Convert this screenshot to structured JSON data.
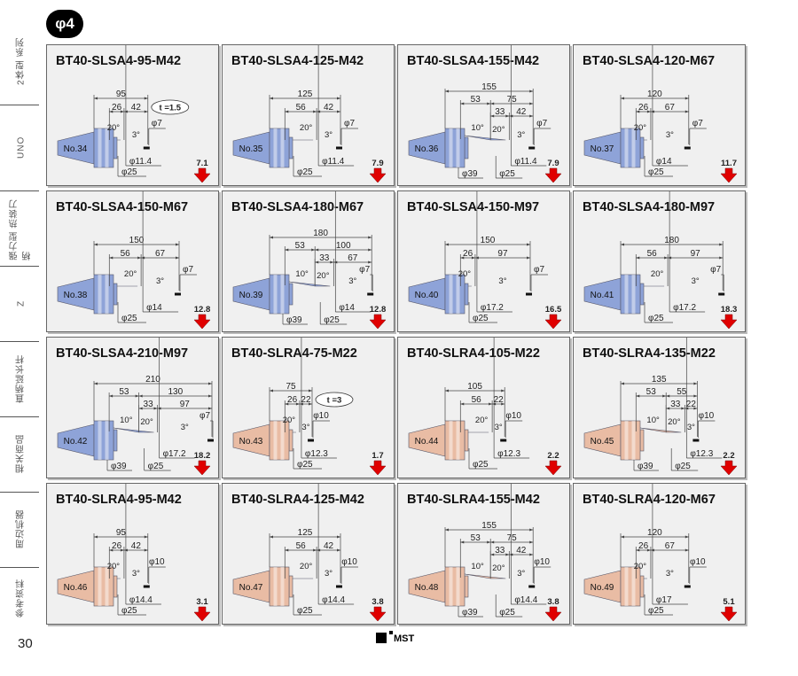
{
  "header": {
    "badge": "φ4"
  },
  "sidebar": {
    "items": [
      {
        "label": "2体型 系列"
      },
      {
        "label": "UNO"
      },
      {
        "label": "强力型 热装刀柄"
      },
      {
        "label": "Z"
      },
      {
        "label": "直柄延长杆"
      },
      {
        "label": "相关商品"
      },
      {
        "label": "周边机器"
      },
      {
        "label": "参考资料"
      }
    ]
  },
  "footer": {
    "page_number": "30",
    "logo": "MST"
  },
  "colors": {
    "blue": "#8ea3d8",
    "orange": "#e9bca4",
    "arrow": "#e00000"
  },
  "cards": [
    {
      "title": "BT40-SLSA4-95-M42",
      "no": "No.34",
      "material": "blue",
      "type": "simple",
      "total": "95",
      "segs": [
        "26",
        "42"
      ],
      "angles": [
        "20°",
        "3°"
      ],
      "tip_d": "φ7",
      "mid_d": "φ11.4",
      "neck_d": "φ25",
      "t": "t =1.5",
      "weight": "7.1"
    },
    {
      "title": "BT40-SLSA4-125-M42",
      "no": "No.35",
      "material": "blue",
      "type": "simple",
      "total": "125",
      "segs": [
        "56",
        "42"
      ],
      "angles": [
        "20°",
        "3°"
      ],
      "tip_d": "φ7",
      "mid_d": "φ11.4",
      "neck_d": "φ25",
      "weight": "7.9"
    },
    {
      "title": "BT40-SLSA4-155-M42",
      "no": "No.36",
      "material": "blue",
      "type": "stepped",
      "total": "155",
      "segs": [
        "53",
        "75",
        "33",
        "42"
      ],
      "angles": [
        "10°",
        "20°",
        "3°"
      ],
      "tip_d": "φ7",
      "mid_d": "φ11.4",
      "body_d": "φ39",
      "neck_d": "φ25",
      "weight": "7.9"
    },
    {
      "title": "BT40-SLSA4-120-M67",
      "no": "No.37",
      "material": "blue",
      "type": "simple",
      "total": "120",
      "segs": [
        "26",
        "67"
      ],
      "angles": [
        "20°",
        "3°"
      ],
      "tip_d": "φ7",
      "mid_d": "φ14",
      "neck_d": "φ25",
      "weight": "11.7"
    },
    {
      "title": "BT40-SLSA4-150-M67",
      "no": "No.38",
      "material": "blue",
      "type": "simple",
      "total": "150",
      "segs": [
        "56",
        "67"
      ],
      "angles": [
        "20°",
        "3°"
      ],
      "tip_d": "φ7",
      "mid_d": "φ14",
      "neck_d": "φ25",
      "weight": "12.8"
    },
    {
      "title": "BT40-SLSA4-180-M67",
      "no": "No.39",
      "material": "blue",
      "type": "stepped",
      "total": "180",
      "segs": [
        "53",
        "100",
        "33",
        "67"
      ],
      "angles": [
        "10°",
        "20°",
        "3°"
      ],
      "tip_d": "φ7",
      "mid_d": "φ14",
      "body_d": "φ39",
      "neck_d": "φ25",
      "weight": "12.8"
    },
    {
      "title": "BT40-SLSA4-150-M97",
      "no": "No.40",
      "material": "blue",
      "type": "simple",
      "total": "150",
      "segs": [
        "26",
        "97"
      ],
      "angles": [
        "20°",
        "3°"
      ],
      "tip_d": "φ7",
      "mid_d": "φ17.2",
      "neck_d": "φ25",
      "weight": "16.5"
    },
    {
      "title": "BT40-SLSA4-180-M97",
      "no": "No.41",
      "material": "blue",
      "type": "simple",
      "total": "180",
      "segs": [
        "56",
        "97"
      ],
      "angles": [
        "20°",
        "3°"
      ],
      "tip_d": "φ7",
      "mid_d": "φ17.2",
      "neck_d": "φ25",
      "weight": "18.3"
    },
    {
      "title": "BT40-SLSA4-210-M97",
      "no": "No.42",
      "material": "blue",
      "type": "stepped",
      "total": "210",
      "segs": [
        "53",
        "130",
        "33",
        "97"
      ],
      "angles": [
        "10°",
        "20°",
        "3°"
      ],
      "tip_d": "φ7",
      "mid_d": "φ17.2",
      "body_d": "φ39",
      "neck_d": "φ25",
      "weight": "18.2"
    },
    {
      "title": "BT40-SLRA4-75-M22",
      "no": "No.43",
      "material": "orange",
      "type": "simple",
      "total": "75",
      "segs": [
        "26",
        "22"
      ],
      "angles": [
        "20°",
        "3°"
      ],
      "tip_d": "φ10",
      "mid_d": "φ12.3",
      "neck_d": "φ25",
      "t": "t =3",
      "weight": "1.7"
    },
    {
      "title": "BT40-SLRA4-105-M22",
      "no": "No.44",
      "material": "orange",
      "type": "simple",
      "total": "105",
      "segs": [
        "56",
        "22"
      ],
      "angles": [
        "20°",
        "3°"
      ],
      "tip_d": "φ10",
      "mid_d": "φ12.3",
      "neck_d": "φ25",
      "weight": "2.2"
    },
    {
      "title": "BT40-SLRA4-135-M22",
      "no": "No.45",
      "material": "orange",
      "type": "stepped",
      "total": "135",
      "segs": [
        "53",
        "55",
        "33",
        "22"
      ],
      "angles": [
        "10°",
        "20°",
        "3°"
      ],
      "tip_d": "φ10",
      "mid_d": "φ12.3",
      "body_d": "φ39",
      "neck_d": "φ25",
      "weight": "2.2"
    },
    {
      "title": "BT40-SLRA4-95-M42",
      "no": "No.46",
      "material": "orange",
      "type": "simple",
      "total": "95",
      "segs": [
        "26",
        "42"
      ],
      "angles": [
        "20°",
        "3°"
      ],
      "tip_d": "φ10",
      "mid_d": "φ14.4",
      "neck_d": "φ25",
      "weight": "3.1"
    },
    {
      "title": "BT40-SLRA4-125-M42",
      "no": "No.47",
      "material": "orange",
      "type": "simple",
      "total": "125",
      "segs": [
        "56",
        "42"
      ],
      "angles": [
        "20°",
        "3°"
      ],
      "tip_d": "φ10",
      "mid_d": "φ14.4",
      "neck_d": "φ25",
      "weight": "3.8"
    },
    {
      "title": "BT40-SLRA4-155-M42",
      "no": "No.48",
      "material": "orange",
      "type": "stepped",
      "total": "155",
      "segs": [
        "53",
        "75",
        "33",
        "42"
      ],
      "angles": [
        "10°",
        "20°",
        "3°"
      ],
      "tip_d": "φ10",
      "mid_d": "φ14.4",
      "body_d": "φ39",
      "neck_d": "φ25",
      "weight": "3.8"
    },
    {
      "title": "BT40-SLRA4-120-M67",
      "no": "No.49",
      "material": "orange",
      "type": "simple",
      "total": "120",
      "segs": [
        "26",
        "67"
      ],
      "angles": [
        "20°",
        "3°"
      ],
      "tip_d": "φ10",
      "mid_d": "φ17",
      "neck_d": "φ25",
      "weight": "5.1"
    }
  ]
}
